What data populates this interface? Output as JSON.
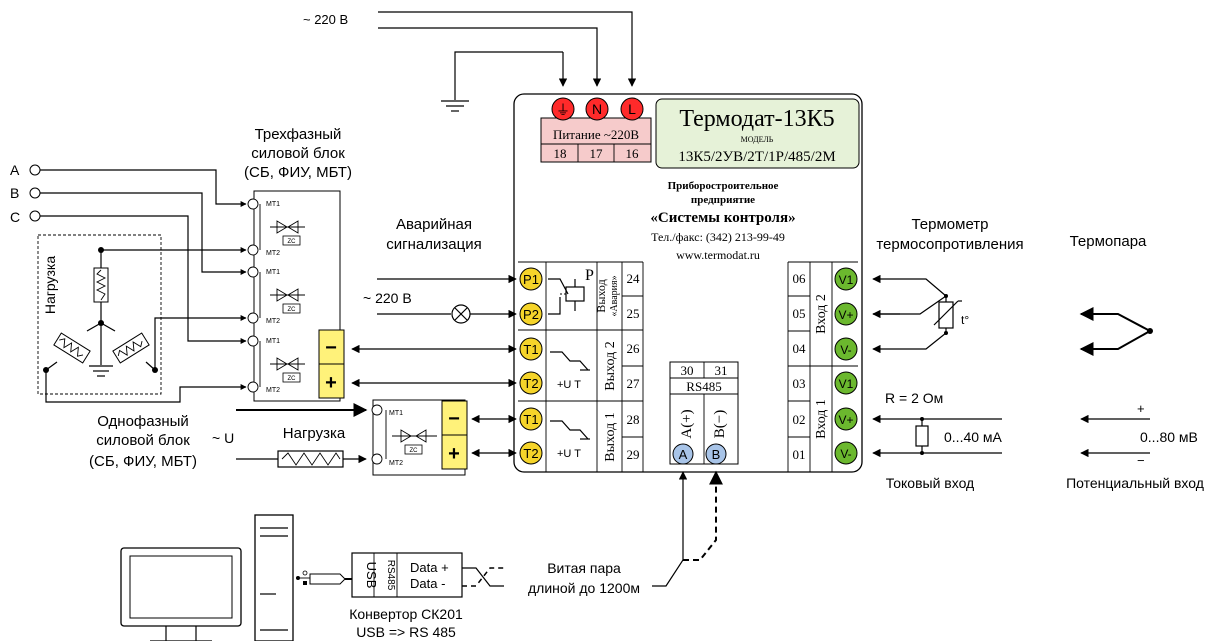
{
  "power": {
    "supply_label": "~ 220 В",
    "term_ground": "⏚",
    "term_n": "N",
    "term_l": "L",
    "title": "Питание ~220В",
    "nums": [
      "18",
      "17",
      "16"
    ]
  },
  "device": {
    "name": "Термодат-13К5",
    "model_label": "МОДЕЛЬ",
    "model": "13К5/2УВ/2Т/1Р/485/2М",
    "maker_line1": "Приборостроительное",
    "maker_line2": "предприятие",
    "maker_line3": "«Системы контроля»",
    "phone": "Тел./факс: (342) 213-99-49",
    "site": "www.termodat.ru"
  },
  "left_terminals": {
    "p1": "P1",
    "p2": "P2",
    "t1": "T1",
    "t2": "T2",
    "relay_p": "P",
    "u_t": "+U T",
    "out_alarm_1": "Выход",
    "out_alarm_2": "«Авария»",
    "out2": "Выход 2",
    "out1": "Выход 1",
    "nums": [
      "24",
      "25",
      "26",
      "27",
      "28",
      "29"
    ]
  },
  "rs485": {
    "num_a": "30",
    "num_b": "31",
    "label": "RS485",
    "a_plus": "A(+)",
    "b_minus": "B(−)",
    "term_a": "A",
    "term_b": "B"
  },
  "right_terminals": {
    "v1": "V1",
    "vplus": "V+",
    "vminus": "V-",
    "in2": "Вход 2",
    "in1": "Вход 1",
    "nums": [
      "06",
      "05",
      "04",
      "03",
      "02",
      "01"
    ]
  },
  "three_phase": {
    "title1": "Трехфазный",
    "title2": "силовой блок",
    "title3": "(СБ, ФИУ, МБТ)",
    "phases": [
      "A",
      "B",
      "C"
    ],
    "load": "Нагрузка",
    "mt1": "MT1",
    "mt2": "MT2",
    "zc": "ZC"
  },
  "alarm": {
    "title1": "Аварийная",
    "title2": "сигнализация",
    "supply": "~ 220 В"
  },
  "single_phase": {
    "title1": "Однофазный",
    "title2": "силовой блок",
    "title3": "(СБ, ФИУ, МБТ)",
    "supply": "~ U",
    "load": "Нагрузка"
  },
  "polarity": {
    "minus": "−",
    "plus": "+"
  },
  "sensors": {
    "rtd_title1": "Термометр",
    "rtd_title2": "термосопротивления",
    "tc_title": "Термопара",
    "rtd_t": "t°",
    "resistor": "R = 2 Ом",
    "current_range": "0...40 мА",
    "current_input": "Токовый вход",
    "voltage_plus": "+",
    "voltage_minus": "−",
    "voltage_range": "0...80 мВ",
    "voltage_input": "Потенциальный вход"
  },
  "converter": {
    "usb": "USB",
    "rs485": "RS485",
    "data_plus": "Data +",
    "data_minus": "Data -",
    "name1": "Конвертор СК201",
    "name2": "USB => RS 485",
    "twisted1": "Витая пара",
    "twisted2": "длиной до 1200м"
  },
  "colors": {
    "power_terminal": "#ff2a2a",
    "signal_terminal": "#f5d42a",
    "input_terminal": "#6bb82e",
    "rs485_terminal": "#a8c4e8",
    "device_title_bg": "#e6f2d8",
    "power_panel_bg": "#f6cbcb",
    "polarity_block": "#fff27a"
  }
}
